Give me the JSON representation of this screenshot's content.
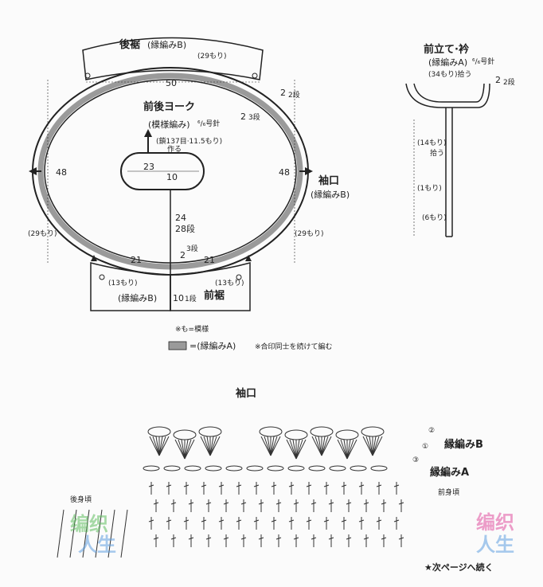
{
  "diagram": {
    "back_hem": {
      "title": "後裾",
      "sub": "(縁編みB)",
      "count": "(29もり)"
    },
    "width_top": "50",
    "yoke": {
      "title": "前後ヨーク",
      "sub": "(模様編み)",
      "needle": "⁶/₆号針",
      "start": "(鎖137目·11.5もり)",
      "start2": "作る"
    },
    "oval_w": "23",
    "oval_h": "10",
    "side_left": "48",
    "side_right": "48",
    "sleeve": {
      "title": "袖口",
      "sub": "(縁編みB)"
    },
    "left_29": "(29もり)",
    "right_29": "(29もり)",
    "rows_2": "2",
    "rows_2_label": "2段",
    "rows_3": "2",
    "rows_3_label": "3段",
    "center_24": "24",
    "center_28": "28段",
    "r3": "3段",
    "r2": "2",
    "w21_left": "21",
    "w21_right": "21",
    "left_13": "(13もり)",
    "right_13": "(13もり)",
    "front_hem": {
      "title": "前裾",
      "sub": "(縁編みB)"
    },
    "ten": "10",
    "one_row": "1段"
  },
  "collar": {
    "title": "前立て·衿",
    "sub": "(縁編みA)",
    "needle": "⁶/₆号針",
    "top_count": "(34もり)拾う",
    "rows_2": "2",
    "rows_2_label": "2段",
    "side_14": "(14もり)",
    "pick": "拾う",
    "one": "(1もり)",
    "six": "(6もり)"
  },
  "legend": {
    "note": "※も=模様",
    "swatch_color": "#9a9a9a",
    "swatch_text": "=(縁編みA)",
    "join_note": "※合印同士を続けて編む"
  },
  "chart": {
    "title": "袖口",
    "label_b": "縁編みB",
    "label_a": "縁編みA",
    "row1": "①",
    "row2": "②",
    "row3": "③",
    "back_body": "後身頃",
    "front_body": "前身頃",
    "continue": "★次ページへ続く"
  },
  "watermark": {
    "cn1": "编织",
    "cn2": "人生"
  }
}
